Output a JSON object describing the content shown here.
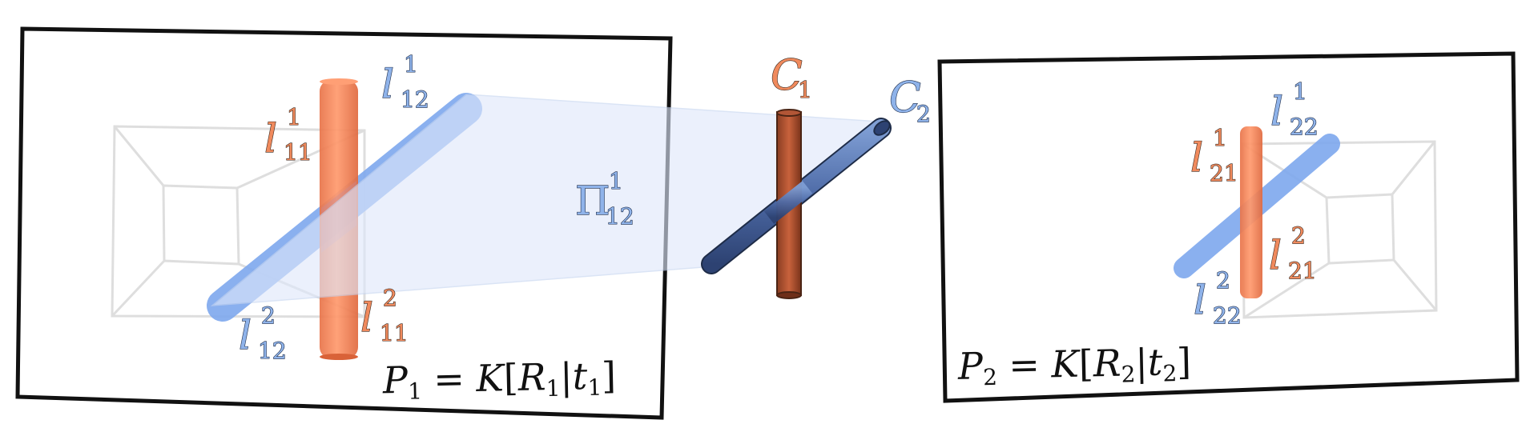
{
  "image1": {
    "projection": {
      "P": "P",
      "P_sub": "1",
      "eq": " = ",
      "K": "K",
      "open": "[",
      "R": "R",
      "R_sub": "1",
      "bar": "|",
      "t": "t",
      "t_sub": "1",
      "close": "]"
    },
    "line_orange_top": {
      "l": "l",
      "sub": "11",
      "sup": "1"
    },
    "line_orange_bottom": {
      "l": "l",
      "sub": "11",
      "sup": "2"
    },
    "line_blue_top": {
      "l": "l",
      "sub": "12",
      "sup": "1"
    },
    "line_blue_bottom": {
      "l": "l",
      "sub": "12",
      "sup": "2"
    }
  },
  "image2": {
    "projection": {
      "P": "P",
      "P_sub": "2",
      "eq": " = ",
      "K": "K",
      "open": "[",
      "R": "R",
      "R_sub": "2",
      "bar": "|",
      "t": "t",
      "t_sub": "2",
      "close": "]"
    },
    "line_orange_top": {
      "l": "l",
      "sub": "21",
      "sup": "1"
    },
    "line_orange_bottom": {
      "l": "l",
      "sub": "21",
      "sup": "2"
    },
    "line_blue_top": {
      "l": "l",
      "sub": "22",
      "sup": "1"
    },
    "line_blue_bottom": {
      "l": "l",
      "sub": "22",
      "sup": "2"
    }
  },
  "space": {
    "cylinder1": {
      "C": "C",
      "sub": "1"
    },
    "cylinder2": {
      "C": "C",
      "sub": "2"
    },
    "plane": {
      "Pi": "Π",
      "sub": "12",
      "sup": "1"
    }
  },
  "colors": {
    "orange": "#f08a5d",
    "orange_dark": "#c05a35",
    "blue": "#7ea8ee",
    "blue_dark": "#4f6ea8",
    "plane_fill": "#dfe8fb",
    "frame": "#111111"
  }
}
